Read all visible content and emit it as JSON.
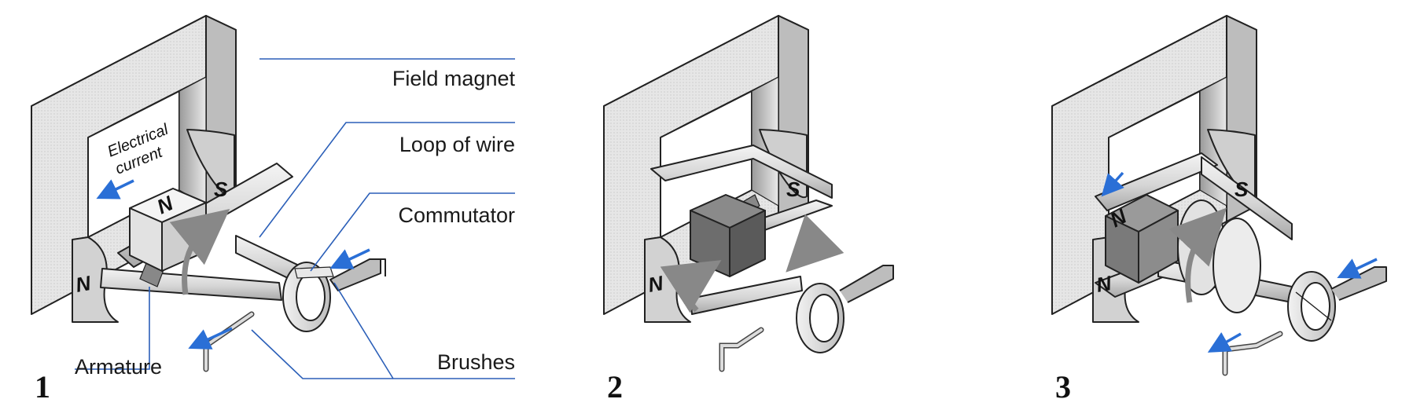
{
  "labels": {
    "field_magnet": "Field magnet",
    "loop_of_wire": "Loop of wire",
    "commutator": "Commutator",
    "armature": "Armature",
    "brushes": "Brushes",
    "electrical_current_1": "Electrical",
    "electrical_current_2": "current"
  },
  "poles": {
    "north": "N",
    "south": "S"
  },
  "panels": [
    {
      "number": "1"
    },
    {
      "number": "2"
    },
    {
      "number": "3"
    }
  ],
  "colors": {
    "leader_lines": "#2b5fb8",
    "current_arrows": "#2a6fd6",
    "magnet_face": "#e4e4e4",
    "magnet_side": "#bdbdbd"
  }
}
